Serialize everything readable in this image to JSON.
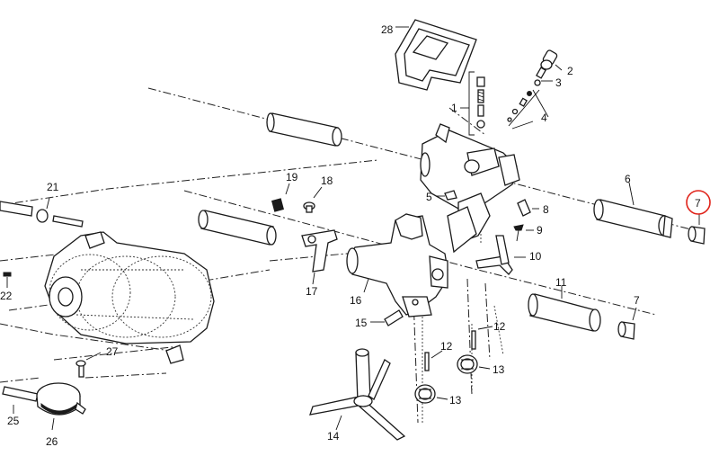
{
  "diagram": {
    "highlight_color": "#e0241b",
    "labels": {
      "p1": "1",
      "p2": "2",
      "p3": "3",
      "p4": "4",
      "p5": "5",
      "p6": "6",
      "p7_highlight": "7",
      "p7": "7",
      "p8": "8",
      "p9": "9",
      "p10": "10",
      "p11": "11",
      "p12a": "12",
      "p12b": "12",
      "p13a": "13",
      "p13b": "13",
      "p14": "14",
      "p15": "15",
      "p16": "16",
      "p17": "17",
      "p18": "18",
      "p19": "19",
      "p21": "21",
      "p22": "22",
      "p25": "25",
      "p26": "26",
      "p27": "27",
      "p28": "28"
    }
  }
}
